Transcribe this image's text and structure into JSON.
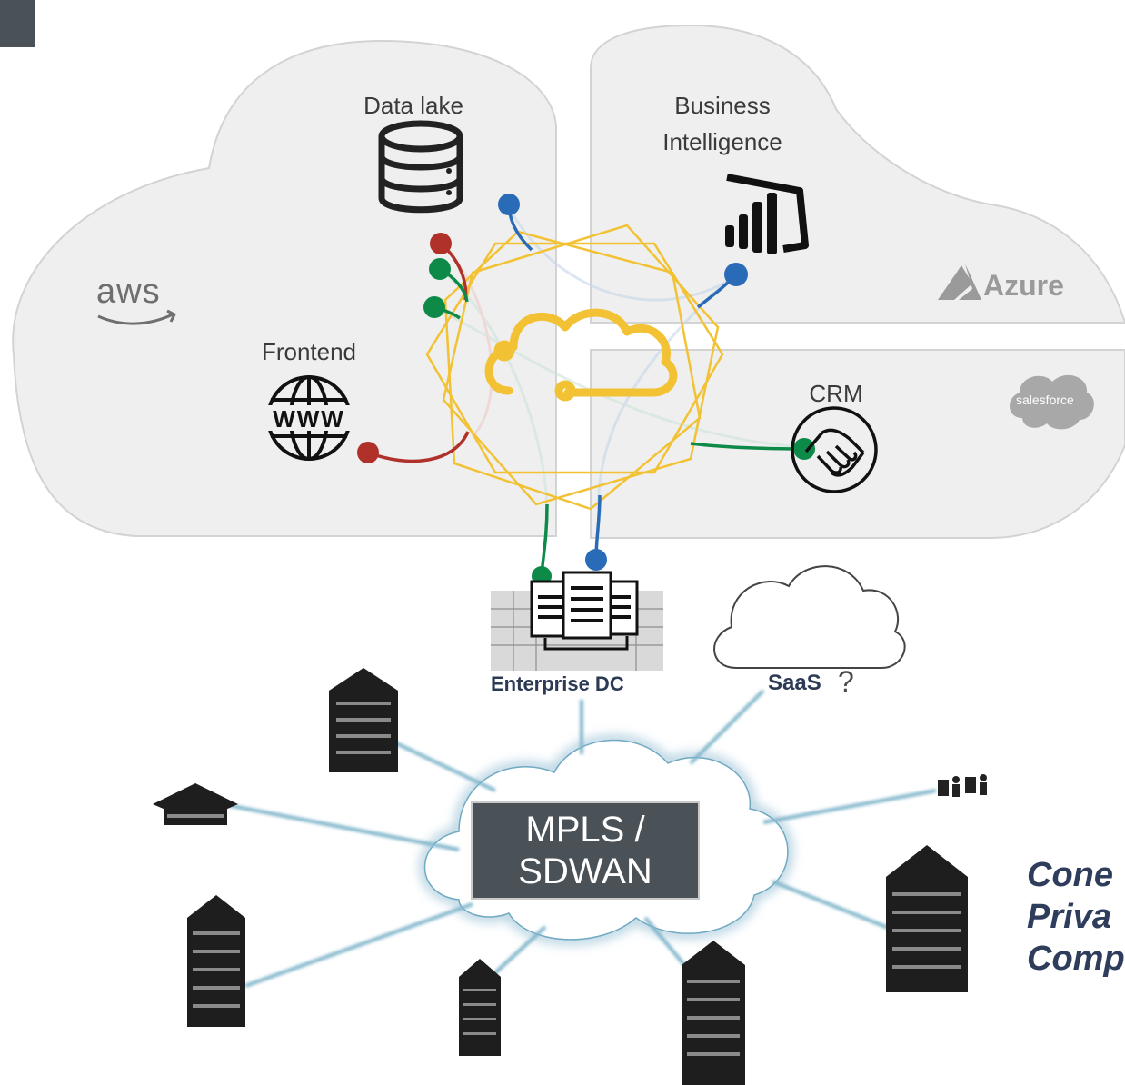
{
  "clouds": {
    "data_lake": "Data lake",
    "business_intelligence_line1": "Business",
    "business_intelligence_line2": "Intelligence",
    "frontend": "Frontend",
    "crm": "CRM",
    "aws_logo": "aws",
    "azure_logo": "Azure",
    "salesforce_logo": "salesforce"
  },
  "network": {
    "enterprise_dc": "Enterprise DC",
    "saas": "SaaS",
    "saas_question": "?",
    "mpls_line1": "MPLS /",
    "mpls_line2": "SDWAN"
  },
  "side_text": {
    "line1": "Cone",
    "line2": "Priva",
    "line3": "Comp"
  },
  "colors": {
    "cloud_fill": "#efefef",
    "cloud_stroke": "#d2d2d2",
    "red_link": "#b0302a",
    "green_link": "#0d8a48",
    "blue_link": "#2a6bb8",
    "hub_gold": "#f2c234",
    "wan_link": "#8dbdd0"
  },
  "icons": [
    "database-icon",
    "power-bi-icon",
    "www-globe-icon",
    "handshake-icon",
    "cloud-hub-icon",
    "server-rack-icon",
    "building-icon",
    "computer-users-icon",
    "saas-cloud-icon"
  ]
}
